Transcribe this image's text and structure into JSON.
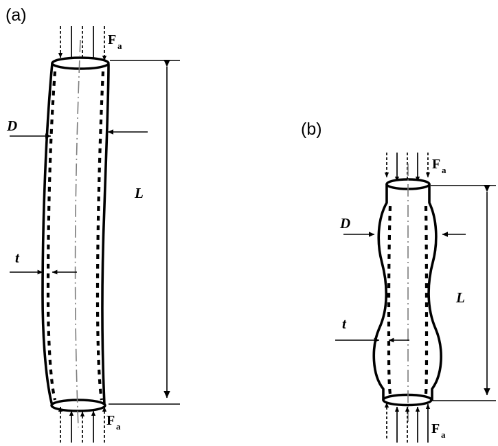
{
  "figure": {
    "panels": [
      {
        "id": "a",
        "label": "(a)",
        "buckling_mode": "global",
        "dimensions": {
          "diameter_label": "D",
          "thickness_label": "t",
          "length_label": "L"
        },
        "loads": {
          "top_label": "F",
          "top_subscript": "a",
          "bottom_label": "F",
          "bottom_subscript": "a",
          "top_arrow_count": 5,
          "bottom_arrow_count": 5,
          "top_direction": "down",
          "bottom_direction": "up"
        }
      },
      {
        "id": "b",
        "label": "(b)",
        "buckling_mode": "local-axisymmetric",
        "dimensions": {
          "diameter_label": "D",
          "thickness_label": "t",
          "length_label": "L"
        },
        "loads": {
          "top_label": "F",
          "top_subscript": "a",
          "bottom_label": "F",
          "bottom_subscript": "a",
          "top_arrow_count": 5,
          "bottom_arrow_count": 5,
          "top_direction": "down",
          "bottom_direction": "up"
        }
      }
    ],
    "colors": {
      "ink": "#000000",
      "paper": "#ffffff",
      "centerline": "#7b7b7b"
    }
  }
}
